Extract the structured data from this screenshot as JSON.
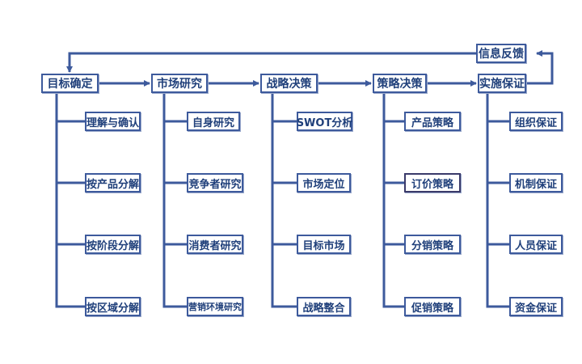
{
  "feedback_label": "信息反馈",
  "stages": [
    {
      "label": "目标确定",
      "items": [
        "理解与确认",
        "按产品分解",
        "按阶段分解",
        "按区域分解"
      ]
    },
    {
      "label": "市场研究",
      "items": [
        "自身研究",
        "竞争者研究",
        "消费者研究",
        "营销环境研究"
      ]
    },
    {
      "label": "战略决策",
      "items": [
        "SWOT分析",
        "市场定位",
        "目标市场",
        "战略整合"
      ]
    },
    {
      "label": "策略决策",
      "items": [
        "产品策略",
        "订价策略",
        "分销策略",
        "促销策略"
      ]
    },
    {
      "label": "实施保证",
      "items": [
        "组织保证",
        "机制保证",
        "人员保证",
        "资金保证"
      ]
    }
  ],
  "colors": {
    "line": "#3d5a9c",
    "text": "#1f3f7a"
  }
}
